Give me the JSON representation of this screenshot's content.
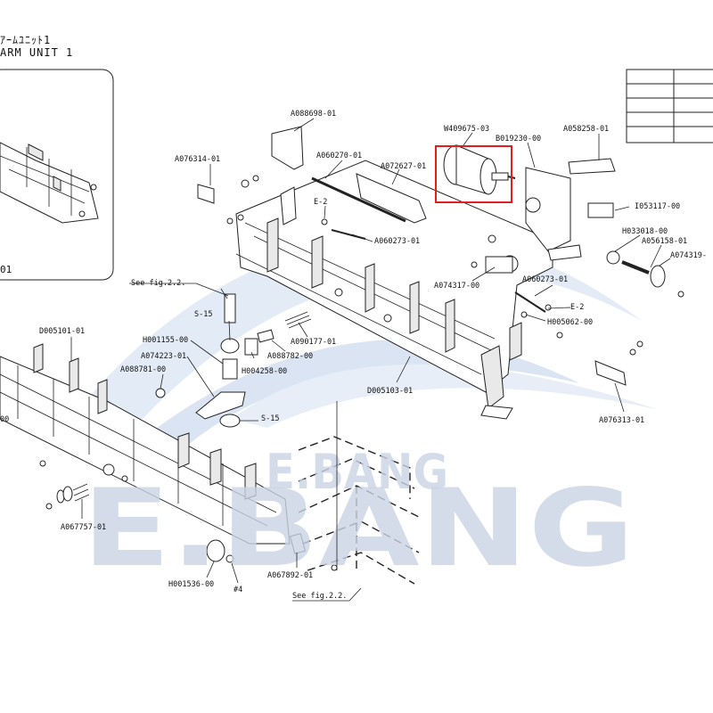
{
  "title": {
    "line1": "ｱｰﾑﾕﾆｯﾄ1",
    "line2": "ARM UNIT 1"
  },
  "inset_label": "01",
  "watermark": {
    "small": "E.BANG",
    "large": "E.BANG",
    "color": "#c9d3e4"
  },
  "highlight_color": "#e02020",
  "highlighted_part": "W409675-03",
  "labels": {
    "A088698": "A088698-01",
    "A076314": "A076314-01",
    "A060270": "A060270-01",
    "A072627": "A072627-01",
    "W409675": "W409675-03",
    "B019230": "B019230-00",
    "A058258": "A058258-01",
    "E2_top": "E-2",
    "A060273_a": "A060273-01",
    "I053117": "I053117-00",
    "H033018": "H033018-00",
    "A056158": "A056158-01",
    "A074319": "A074319-",
    "A074317": "A074317-00",
    "A060273_b": "A060273-01",
    "E2_right": "E-2",
    "H005062": "H005062-00",
    "see_fig_top": "See fig.2.2.",
    "S15_a": "S-15",
    "D005101": "D005101-01",
    "H001155": "H001155-00",
    "A074223": "A074223-01",
    "A088781": "A088781-00",
    "H004258": "H004258-00",
    "A088782": "A088782-00",
    "A090177": "A090177-01",
    "D005103": "D005103-01",
    "A076313": "A076313-01",
    "S15_b": "S-15",
    "left_00": "00",
    "A067757": "A067757-01",
    "H001536": "H001536-00",
    "hash4": "#4",
    "A067892": "A067892-01",
    "see_fig_bottom": "See fig.2.2."
  },
  "table": {
    "rows": [
      [
        "",
        ""
      ],
      [
        "",
        ""
      ],
      [
        "",
        ""
      ],
      [
        "",
        ""
      ],
      [
        "",
        ""
      ]
    ]
  }
}
